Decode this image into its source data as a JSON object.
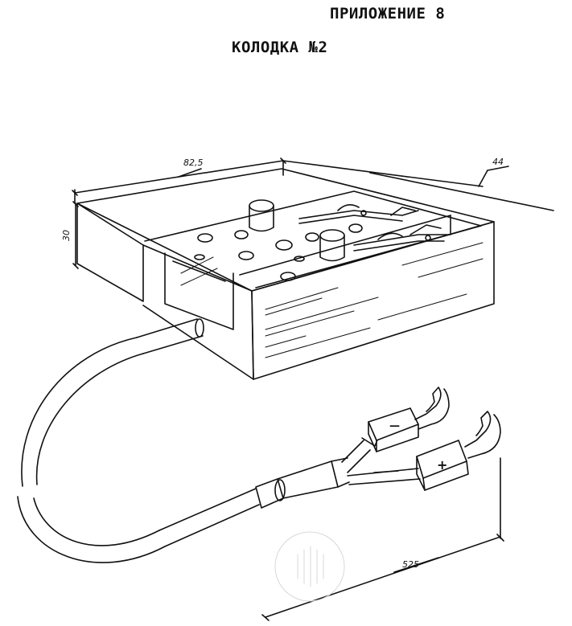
{
  "header": {
    "appendix": "ПРИЛОЖЕНИЕ 8",
    "title": "КОЛОДКА №2"
  },
  "dimensions": {
    "length": "82,5",
    "width": "44",
    "height": "30",
    "cable_length": "525"
  },
  "terminals": {
    "negative": "—",
    "positive": "+"
  },
  "colors": {
    "ink": "#111111",
    "paper": "#ffffff"
  }
}
